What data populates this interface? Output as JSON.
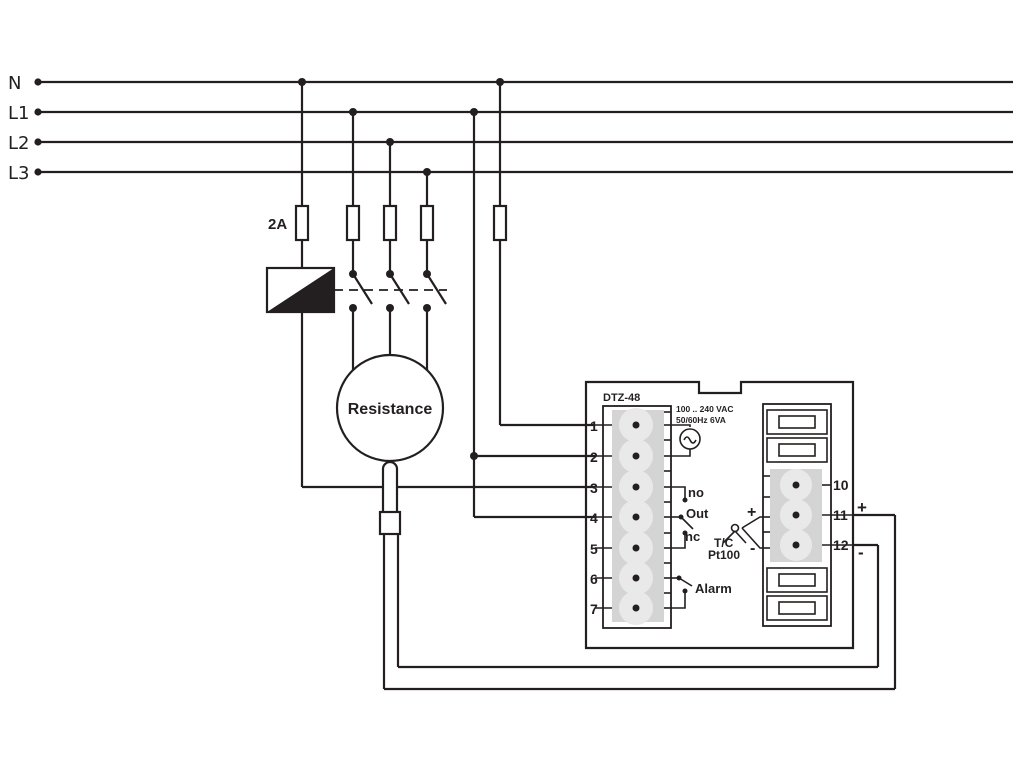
{
  "buses": [
    "N",
    "L1",
    "L2",
    "L3"
  ],
  "fuse_rating": "2A",
  "load_label": "Resistance",
  "device": {
    "model": "DTZ-48",
    "supply_line1": "100 .. 240 VAC",
    "supply_line2": "50/60Hz 6VA",
    "left_terminals": [
      "1",
      "2",
      "3",
      "4",
      "5",
      "6",
      "7"
    ],
    "right_terminals": [
      "10",
      "11",
      "12"
    ],
    "relay": {
      "no": "no",
      "out": "Out",
      "nc": "nc"
    },
    "alarm": "Alarm",
    "sensor_line1": "T/C",
    "sensor_line2": "Pt100",
    "plus": "+",
    "minus": "-"
  }
}
